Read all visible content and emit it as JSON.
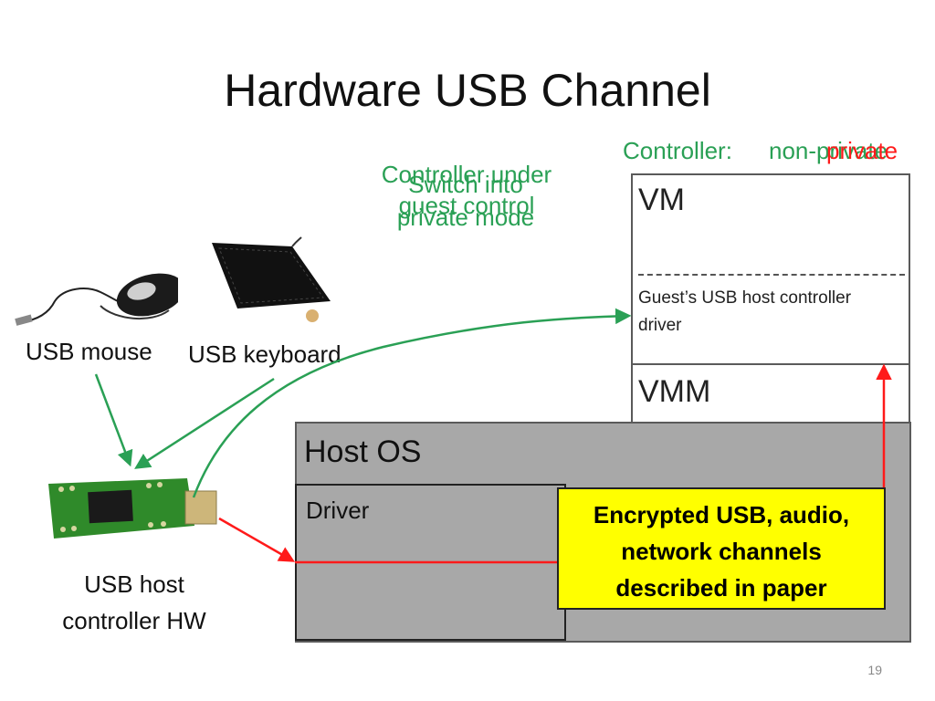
{
  "title": "Hardware USB Channel",
  "annotations": {
    "controller_under_guest_control": [
      "Controller under",
      "guest control"
    ],
    "switch_into_private_mode": [
      "Switch into",
      "private mode"
    ],
    "controller_state_label": "Controller:",
    "controller_state_overlap": "non-private",
    "controller_state_private": "private"
  },
  "devices": {
    "usb_mouse": "USB mouse",
    "usb_keyboard": "USB keyboard",
    "usb_host_controller": [
      "USB host",
      "controller HW"
    ]
  },
  "stack": {
    "vm": "VM",
    "guest_driver": [
      "Guest’s USB host controller",
      "driver"
    ],
    "vmm": "VMM",
    "host_os": "Host OS",
    "driver": "Driver"
  },
  "callout": [
    "Encrypted USB, audio,",
    "network channels",
    "described in paper"
  ],
  "page_number": "19",
  "colors": {
    "green": "#2aa055",
    "red": "#ff1a1a",
    "box_gray": "#a8a8a8",
    "callout_yellow": "#ffff00"
  }
}
